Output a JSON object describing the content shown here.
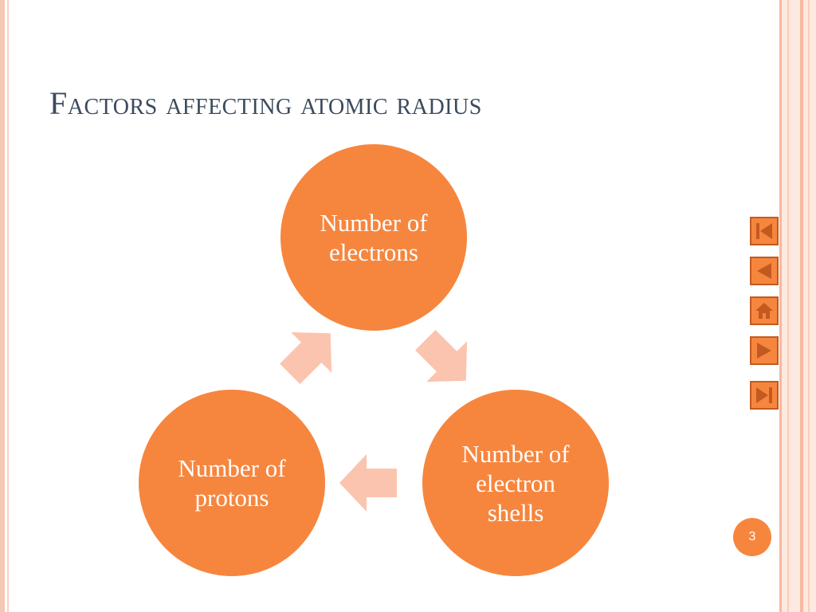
{
  "slide": {
    "title": "Factors affecting atomic radius",
    "page_number": "3"
  },
  "cycle": {
    "nodes": [
      {
        "label": "Number of electrons"
      },
      {
        "label": "Number of electron shells"
      },
      {
        "label": "Number of protons"
      }
    ]
  },
  "navigation": {
    "buttons": [
      {
        "icon": "first-slide-icon"
      },
      {
        "icon": "previous-slide-icon"
      },
      {
        "icon": "home-icon"
      },
      {
        "icon": "next-slide-icon"
      },
      {
        "icon": "last-slide-icon"
      }
    ]
  },
  "colors": {
    "accent": "#f6863e",
    "arrow": "#fbc4ae",
    "title": "#3b4a5c",
    "frame": "#f6c7b3"
  }
}
